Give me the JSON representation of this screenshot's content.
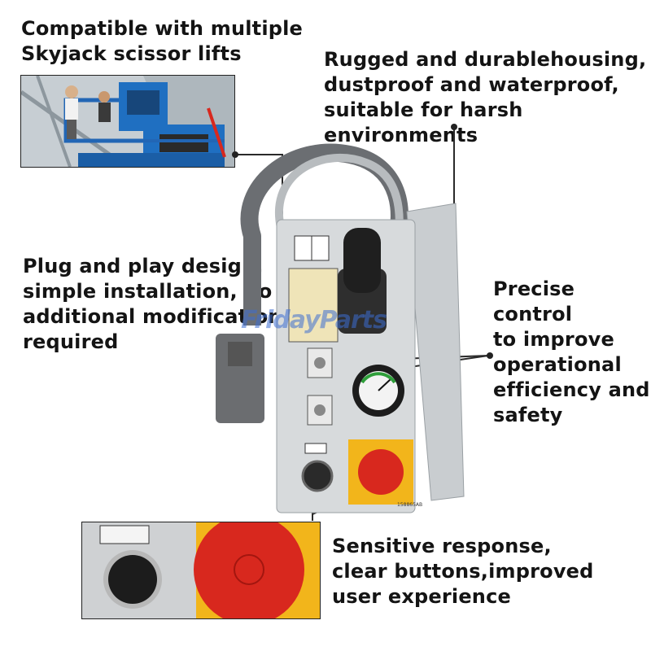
{
  "captions": {
    "compatible": "Compatible with multiple\nSkyjack scissor lifts",
    "rugged": "Rugged and durablehousing,\ndustproof and waterproof,\nsuitable for harsh environments",
    "plug": "Plug and play design,\nsimple installation, no\nadditional modification\nrequired",
    "precise": "Precise control\nto improve\noperational\nefficiency and\nsafety",
    "sensitive": "Sensitive response,\nclear buttons,improved\nuser experience"
  },
  "watermark": "FridayParts",
  "panel": {
    "part_number": "158865AB"
  },
  "colors": {
    "steel": "#c9cdd0",
    "cable": "#6b6e72",
    "estop_red": "#d8281e",
    "estop_yellow": "#f2b51b",
    "lift_blue": "#1f6fc1"
  }
}
